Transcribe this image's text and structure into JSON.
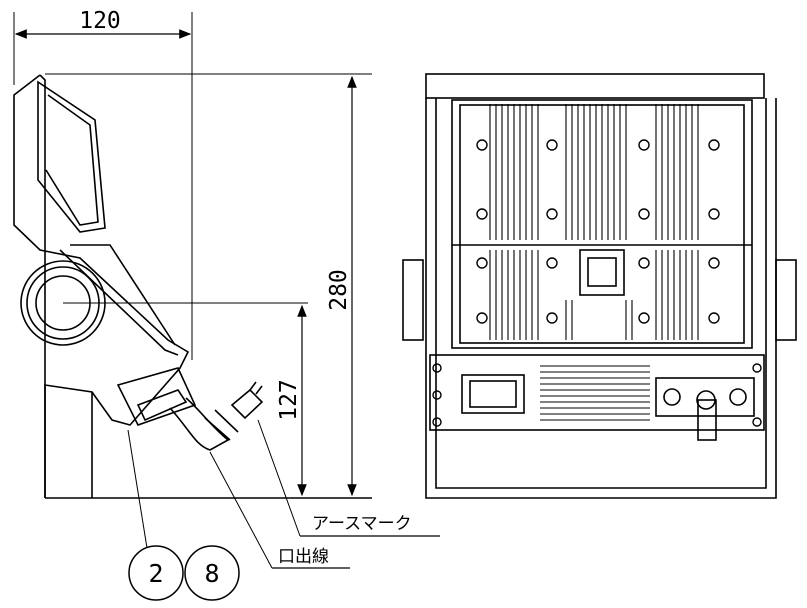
{
  "dimensions": {
    "width_120": "120",
    "height_280": "280",
    "height_127": "127"
  },
  "labels": {
    "earth_mark": "アースマーク",
    "lead_out": "口出線"
  },
  "callouts": [
    "2",
    "8"
  ]
}
